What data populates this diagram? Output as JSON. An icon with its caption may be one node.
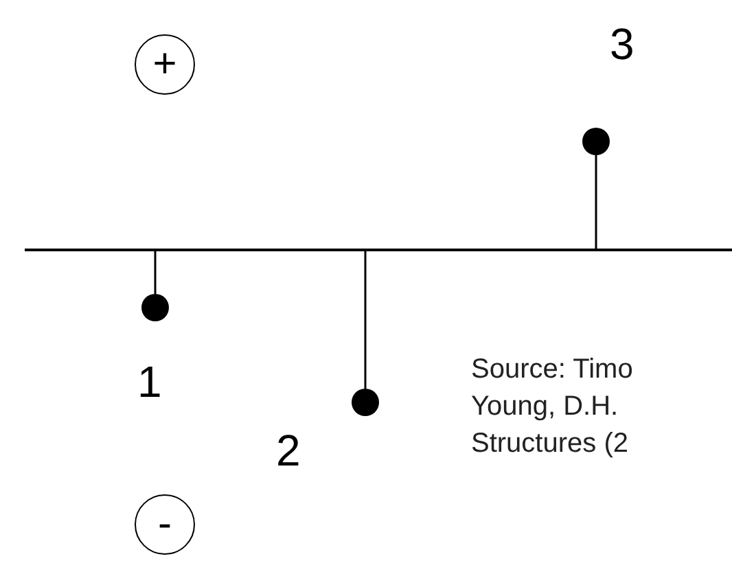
{
  "diagram": {
    "nodes": [
      {
        "text": [
          "+"
        ]
      },
      {
        "text": [],
        "shape": "circle",
        "beside": [
          "3"
        ]
      },
      {
        "text": [],
        "shape": "line"
      },
      {
        "text": [],
        "shape": "circle",
        "beside": [
          "1"
        ]
      },
      {
        "text": [],
        "shape": "circle",
        "beside": [
          "2"
        ]
      },
      {
        "text": [
          "-"
        ]
      }
    ],
    "edges": [
      {
        "from": 2,
        "to": 1,
        "arrow": "none"
      },
      {
        "from": 2,
        "to": 3,
        "arrow": "none"
      },
      {
        "from": 2,
        "to": 4,
        "arrow": "none"
      }
    ],
    "labels": [
      "Source: Timo Young, D.H. Structures (2"
    ]
  }
}
